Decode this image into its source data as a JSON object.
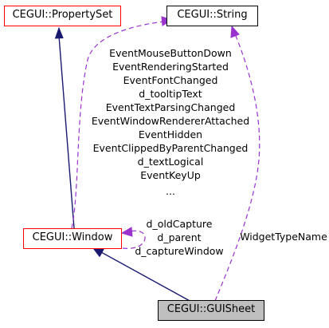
{
  "colors": {
    "inherit_edge": "#191970",
    "member_edge": "#9a32cd",
    "red_border": "#ff0000",
    "black_border": "#000000",
    "highlight_fill": "#bfbfbf"
  },
  "nodes": {
    "property_set": "CEGUI::PropertySet",
    "string": "CEGUI::String",
    "window": "CEGUI::Window",
    "gui_sheet": "CEGUI::GUISheet"
  },
  "labels": {
    "window_to_string": [
      "EventMouseButtonDown",
      "EventRenderingStarted",
      "EventFontChanged",
      "d_tooltipText",
      "EventTextParsingChanged",
      "EventWindowRendererAttached",
      "EventHidden",
      "EventClippedByParentChanged",
      "d_textLogical",
      "EventKeyUp",
      "..."
    ],
    "window_self": [
      "d_oldCapture",
      "d_parent",
      "d_captureWindow"
    ],
    "guisheet_to_string": "WidgetTypeName"
  }
}
